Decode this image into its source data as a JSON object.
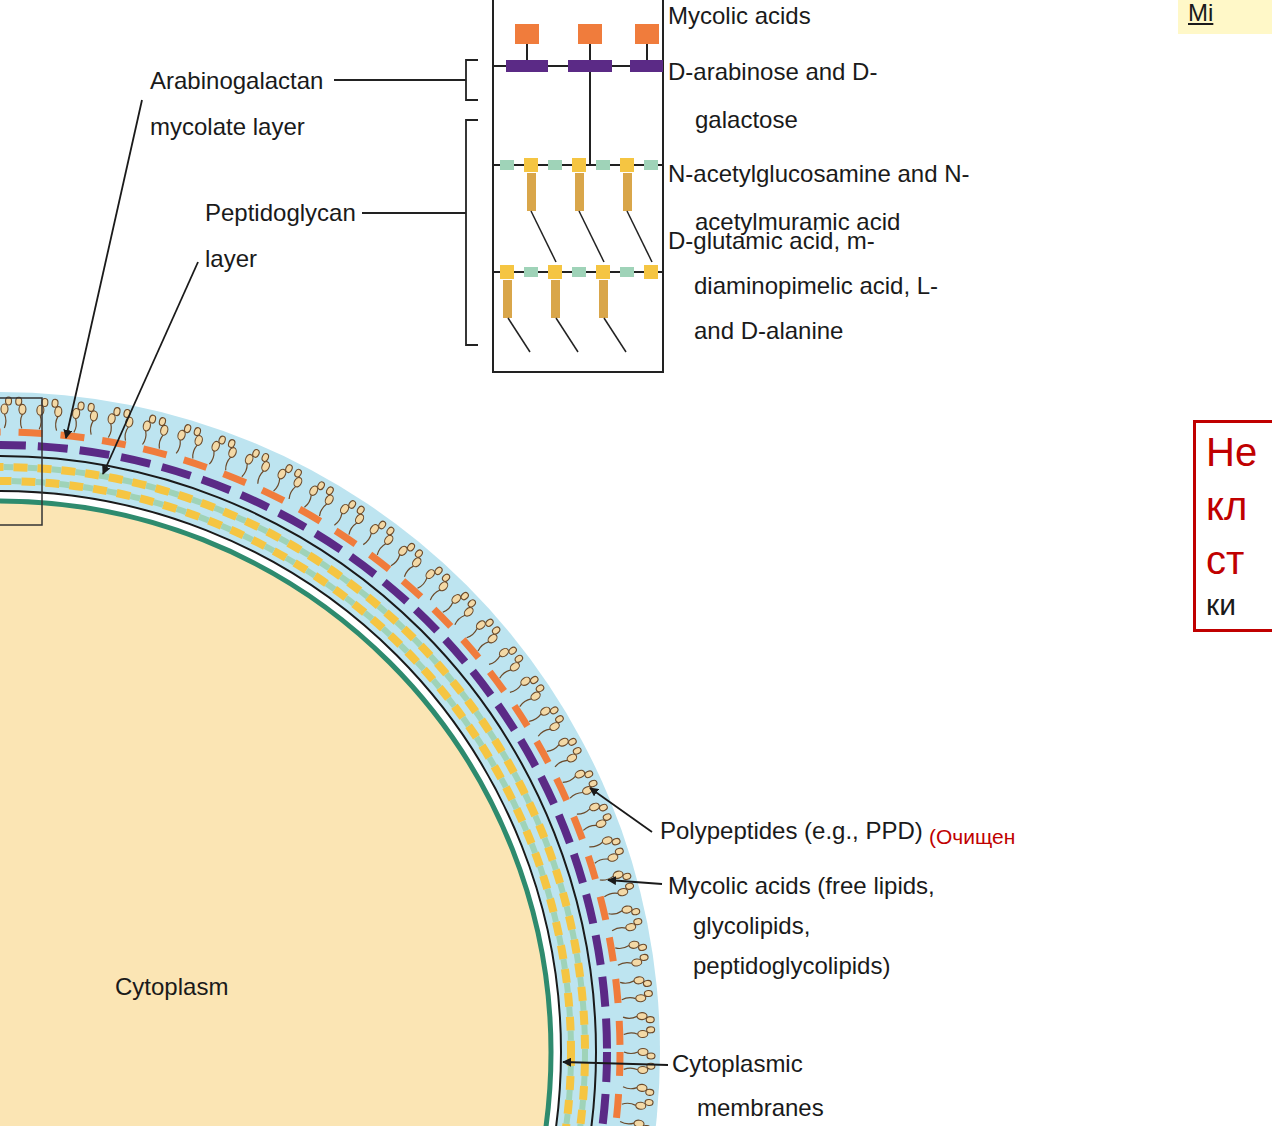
{
  "diagram": {
    "nodes": [
      {
        "text": [
          "Mi"
        ]
      },
      {
        "text": [
          "Не кл ст",
          "ки"
        ]
      }
    ],
    "labels": [
      "Mycolic acids",
      "D-arabinose and D-galactose",
      "Arabinogalactan mycolate layer",
      "N-acetylglucosamine and N-acetylmuramic acid",
      "Peptidoglycan layer",
      "D-glutamic acid, m-diaminopimelic acid, L- and D-alanine",
      "Polypeptides (e.g., PPD)",
      "(Очищен",
      "Mycolic acids (free lipids, glycolipids, peptidoglycolipids)",
      "Cytoplasm",
      "Cytoplasmic membranes"
    ]
  }
}
